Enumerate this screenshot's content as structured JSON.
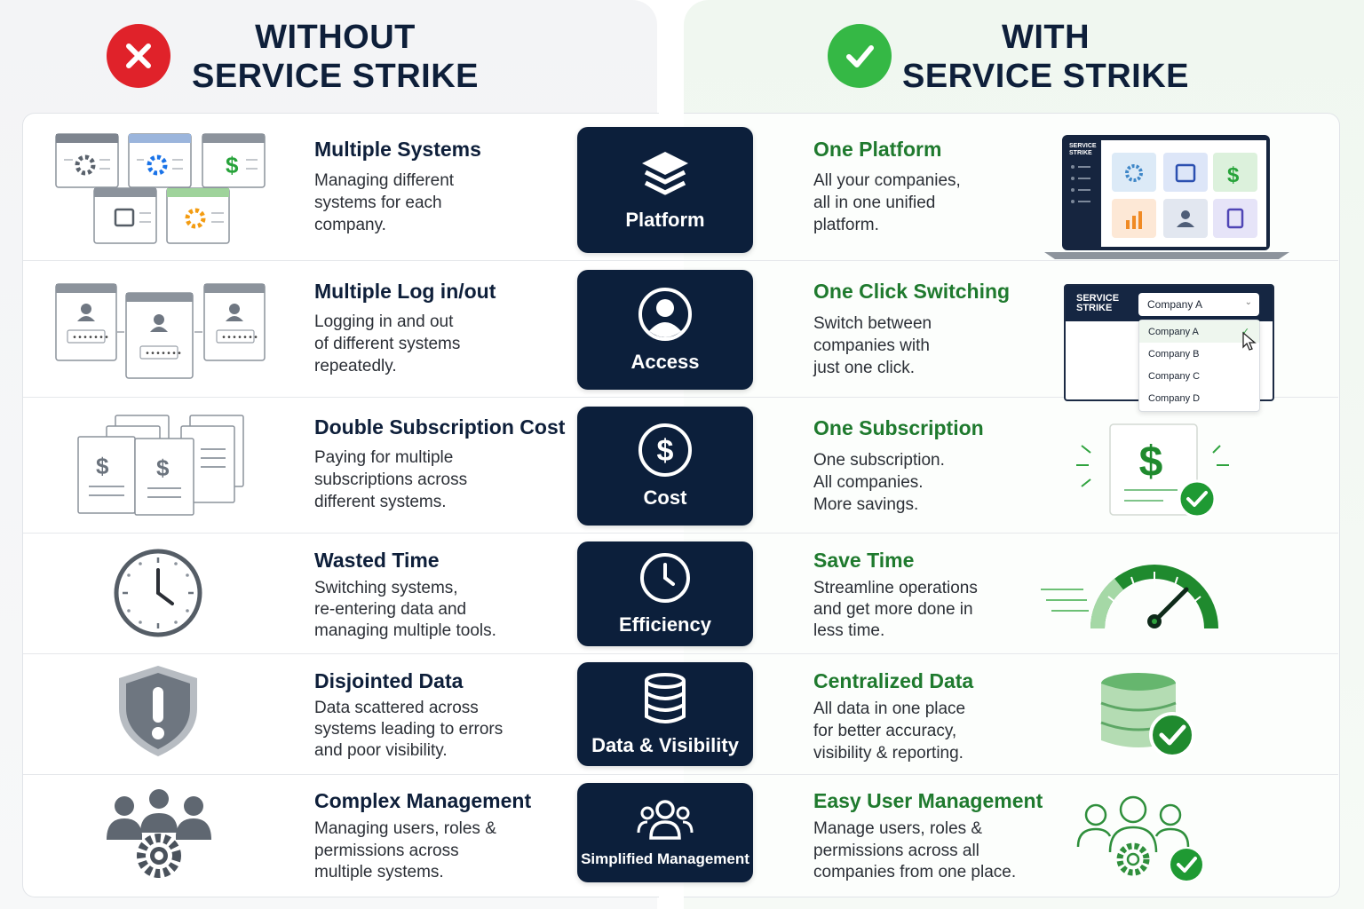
{
  "header": {
    "left_title_line1": "WITHOUT",
    "left_title_line2": "SERVICE STRIKE",
    "right_title_line1": "WITH",
    "right_title_line2": "SERVICE STRIKE",
    "left_badge_icon": "x-circle-icon",
    "right_badge_icon": "check-circle-icon"
  },
  "colors": {
    "navy": "#0c1f3b",
    "green": "#1f7a2e",
    "red": "#e0222a",
    "badge_green": "#35b845"
  },
  "rows": [
    {
      "without_title": "Multiple Systems",
      "without_desc": "Managing different\nsystems for each\ncompany.",
      "center_label": "Platform",
      "center_icon": "layers-icon",
      "with_title": "One Platform",
      "with_desc": "All your companies,\nall in one unified\nplatform."
    },
    {
      "without_title": "Multiple Log in/out",
      "without_desc": "Logging in and out\nof different systems\nrepeatedly.",
      "center_label": "Access",
      "center_icon": "user-circle-icon",
      "with_title": "One Click Switching",
      "with_desc": "Switch between\ncompanies with\njust one click."
    },
    {
      "without_title": "Double Subscription Cost",
      "without_desc": "Paying for multiple\nsubscriptions across\ndifferent systems.",
      "center_label": "Cost",
      "center_icon": "dollar-circle-icon",
      "with_title": "One Subscription",
      "with_desc": "One subscription.\nAll companies.\nMore savings."
    },
    {
      "without_title": "Wasted Time",
      "without_desc": "Switching systems,\nre-entering data and\nmanaging multiple tools.",
      "center_label": "Efficiency",
      "center_icon": "clock-icon",
      "with_title": "Save Time",
      "with_desc": "Streamline operations\nand get more done in\nless time."
    },
    {
      "without_title": "Disjointed Data",
      "without_desc": "Data scattered across\nsystems leading to errors\nand poor visibility.",
      "center_label": "Data & Visibility",
      "center_icon": "database-icon",
      "with_title": "Centralized Data",
      "with_desc": "All data in one place\nfor better accuracy,\nvisibility & reporting."
    },
    {
      "without_title": "Complex Management",
      "without_desc": "Managing users, roles &\npermissions across\nmultiple systems.",
      "center_label": "Simplified Management",
      "center_icon": "users-icon",
      "with_title": "Easy User Management",
      "with_desc": "Manage users, roles &\npermissions across all\ncompanies from one place."
    }
  ],
  "switcher": {
    "brand_line1": "SERVICE",
    "brand_line2": "STRIKE",
    "selected": "Company A",
    "options": [
      "Company A",
      "Company B",
      "Company C",
      "Company D"
    ]
  },
  "laptop": {
    "brand_line1": "SERVICE",
    "brand_line2": "STRIKE",
    "tiles": [
      "gear-icon",
      "calendar-icon",
      "dollar-icon",
      "chart-icon",
      "users-icon",
      "clipboard-icon"
    ]
  },
  "illustrations": {
    "row1_left": "window-group-icon",
    "row2_left": "login-windows-icon",
    "row3_left": "invoice-stack-icon",
    "row4_left": "wall-clock-icon",
    "row5_left": "warning-shield-icon",
    "row6_left": "team-gear-icon",
    "row3_right": "invoice-check-icon",
    "row4_right": "speedometer-icon",
    "row5_right": "database-check-icon",
    "row6_right": "team-gear-check-icon"
  }
}
